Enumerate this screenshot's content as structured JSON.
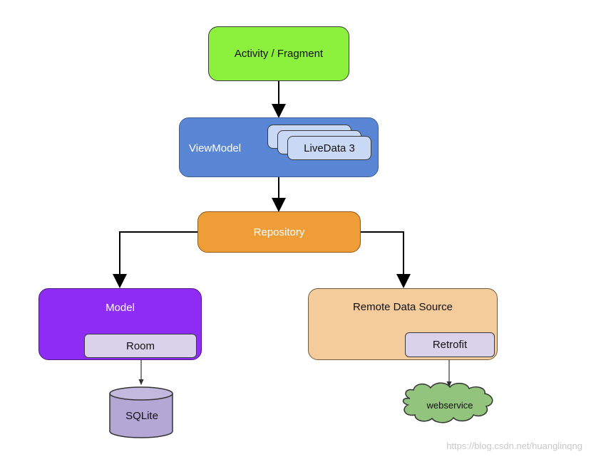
{
  "nodes": {
    "activity_fragment": "Activity / Fragment",
    "viewmodel": "ViewModel",
    "livedata": "LiveData 3",
    "repository": "Repository",
    "model": "Model",
    "room": "Room",
    "sqlite": "SQLite",
    "remote_data_source": "Remote Data Source",
    "retrofit": "Retrofit",
    "webservice": "webservice"
  },
  "watermark": "https://blog.csdn.net/huanglinqng",
  "colors": {
    "activity": "#8cf13c",
    "viewmodel": "#5a86d6",
    "livedata": "#c9d8f4",
    "repository": "#ef9d36",
    "model": "#8f2cf6",
    "inner_box": "#d9d2ea",
    "sqlite": "#b4a7d6",
    "remote": "#f4cc9c",
    "webservice": "#93c47d"
  }
}
